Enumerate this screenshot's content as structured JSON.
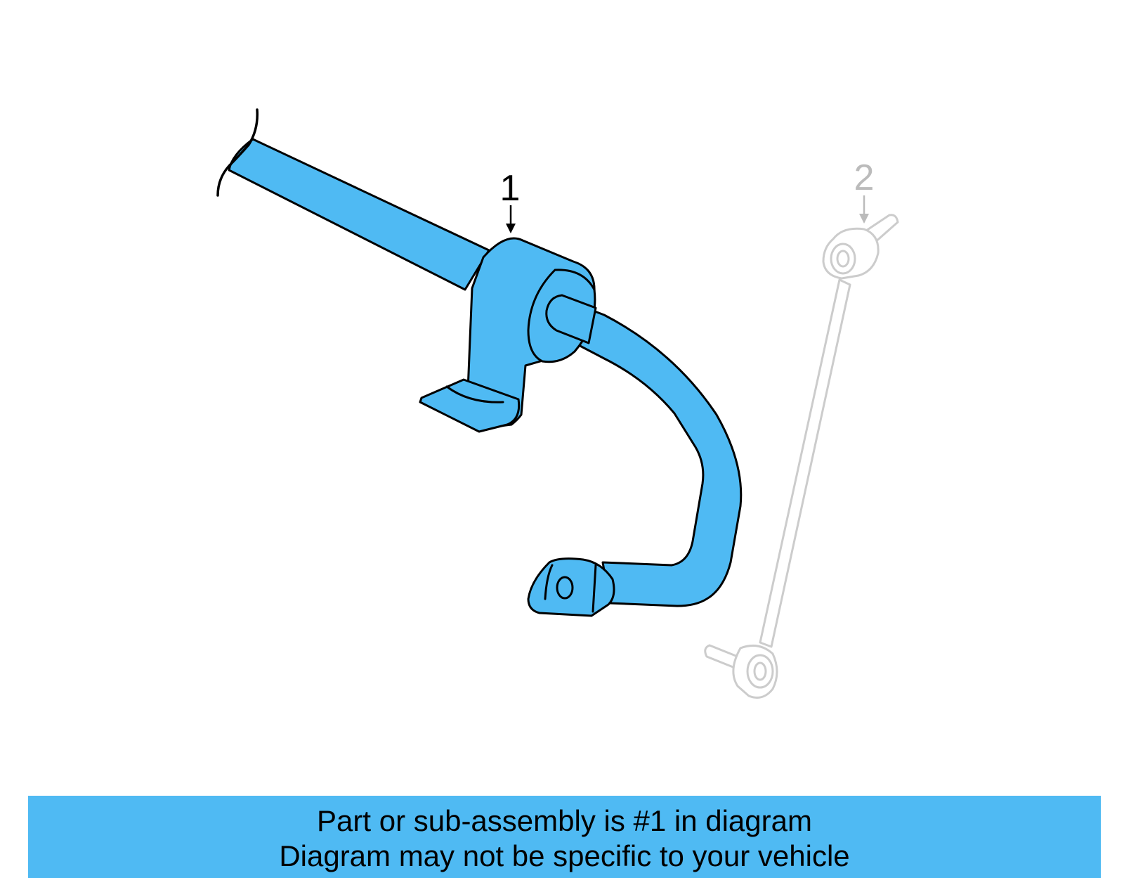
{
  "colors": {
    "part_fill": "#4fbaf3",
    "outline": "#000000",
    "ghost_outline": "#cccccc",
    "ghost_label": "#bbbbbb",
    "banner_bg": "#4fbaf3"
  },
  "callouts": {
    "primary": "1",
    "secondary": "2"
  },
  "parts": [
    {
      "number": "1",
      "name": "stabilizer-bar",
      "highlighted": true
    },
    {
      "number": "2",
      "name": "stabilizer-link",
      "highlighted": false
    }
  ],
  "banner": {
    "line1": "Part or sub-assembly is #1 in diagram",
    "line2": "Diagram may not be specific to your vehicle"
  }
}
